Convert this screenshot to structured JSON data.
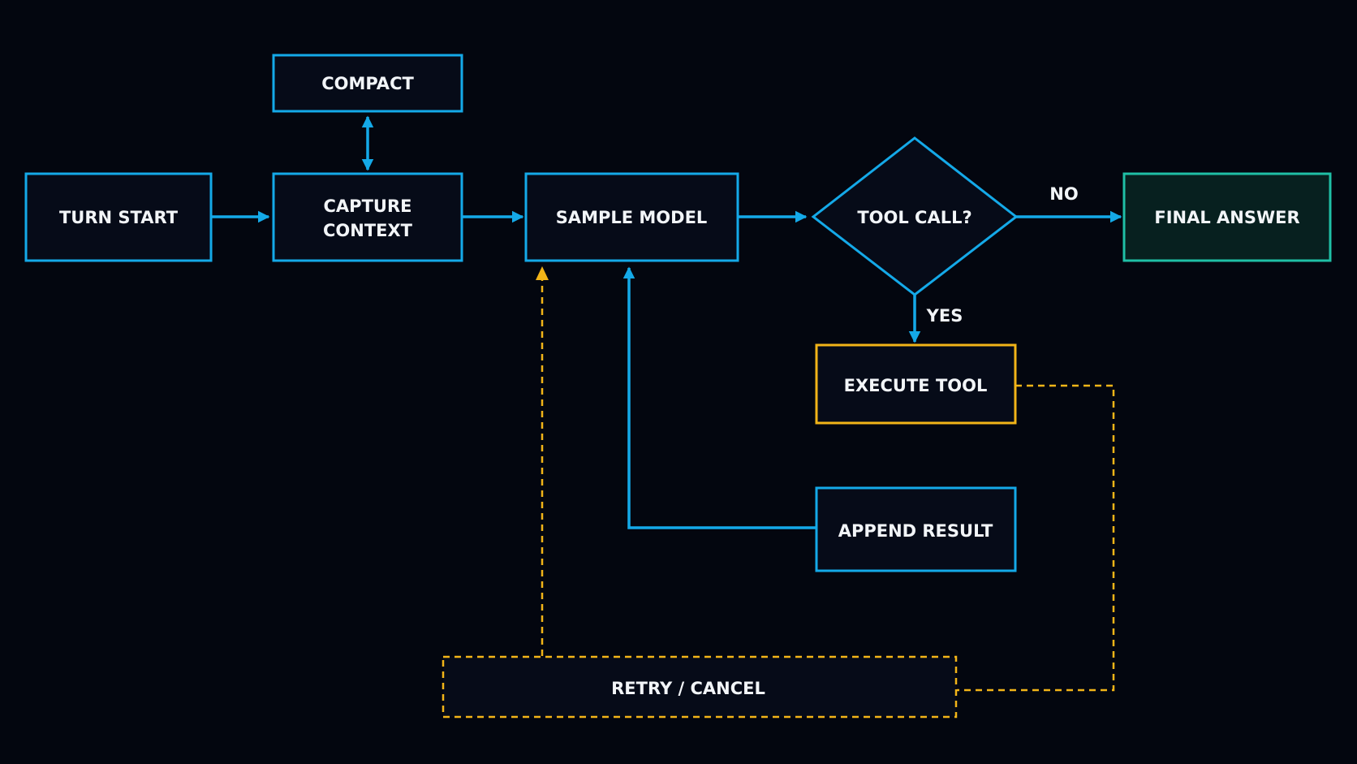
{
  "colors": {
    "background": "#03060f",
    "primary": "#14a9e8",
    "accent": "#f2b418",
    "terminal": "#1fbfa6",
    "node_fill": "#060b18",
    "terminal_fill": "#07201f",
    "text": "#f2f5f8"
  },
  "nodes": {
    "turn_start": {
      "label": "TURN START",
      "shape": "rectangle",
      "style": "primary"
    },
    "compact": {
      "label": "COMPACT",
      "shape": "rectangle",
      "style": "primary"
    },
    "capture_context": {
      "label_lines": [
        "CAPTURE",
        "CONTEXT"
      ],
      "shape": "rectangle",
      "style": "primary"
    },
    "sample_model": {
      "label": "SAMPLE MODEL",
      "shape": "rectangle",
      "style": "primary"
    },
    "tool_call": {
      "label": "TOOL CALL?",
      "shape": "diamond",
      "style": "primary"
    },
    "final_answer": {
      "label": "FINAL ANSWER",
      "shape": "rectangle",
      "style": "terminal"
    },
    "execute_tool": {
      "label": "EXECUTE TOOL",
      "shape": "rectangle",
      "style": "accent"
    },
    "append_result": {
      "label": "APPEND RESULT",
      "shape": "rectangle",
      "style": "primary"
    },
    "retry_cancel": {
      "label": "RETRY / CANCEL",
      "shape": "rectangle",
      "style": "accent-dashed"
    }
  },
  "edges": [
    {
      "from": "turn_start",
      "to": "capture_context",
      "style": "solid"
    },
    {
      "from": "capture_context",
      "to": "compact",
      "style": "solid",
      "bidirectional": true
    },
    {
      "from": "capture_context",
      "to": "sample_model",
      "style": "solid"
    },
    {
      "from": "sample_model",
      "to": "tool_call",
      "style": "solid"
    },
    {
      "from": "tool_call",
      "to": "final_answer",
      "style": "solid",
      "label": "NO"
    },
    {
      "from": "tool_call",
      "to": "execute_tool",
      "style": "solid",
      "label": "YES"
    },
    {
      "from": "append_result",
      "to": "sample_model",
      "style": "solid"
    },
    {
      "from": "execute_tool",
      "to": "retry_cancel",
      "style": "dashed"
    },
    {
      "from": "retry_cancel",
      "to": "sample_model",
      "style": "dashed"
    }
  ],
  "edge_labels": {
    "no": "NO",
    "yes": "YES"
  }
}
